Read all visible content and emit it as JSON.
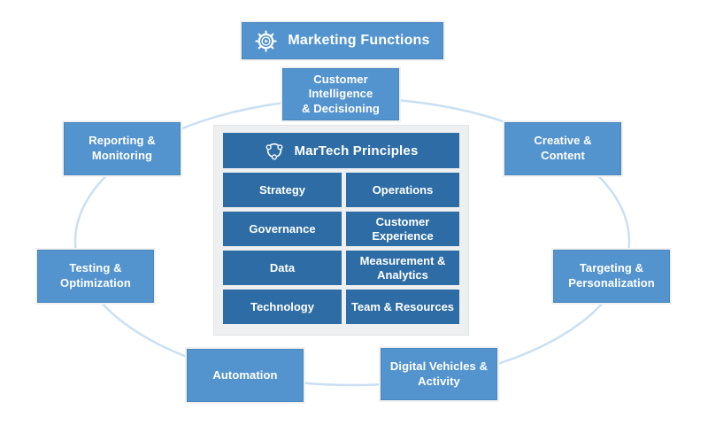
{
  "header": {
    "title": "Marketing Functions",
    "icon": "gear-play-icon"
  },
  "center": {
    "title": "MarTech Principles",
    "icon": "cycle-icon",
    "cells": [
      [
        "Strategy",
        "Operations"
      ],
      [
        "Governance",
        "Customer\nExperience"
      ],
      [
        "Data",
        "Measurement &\nAnalytics"
      ],
      [
        "Technology",
        "Team & Resources"
      ]
    ]
  },
  "functions": [
    {
      "id": "customer-intelligence-decisioning",
      "label": "Customer\nIntelligence\n& Decisioning"
    },
    {
      "id": "reporting-monitoring",
      "label": "Reporting &\nMonitoring"
    },
    {
      "id": "creative-content",
      "label": "Creative &\nContent"
    },
    {
      "id": "testing-optimization",
      "label": "Testing &\nOptimization"
    },
    {
      "id": "targeting-personalization",
      "label": "Targeting &\nPersonalization"
    },
    {
      "id": "automation",
      "label": "Automation"
    },
    {
      "id": "digital-vehicles-activity",
      "label": "Digital Vehicles &\nActivity"
    }
  ],
  "colors": {
    "accent_blue": "#5494ce",
    "dark_blue": "#2d6ca4",
    "panel_background": "#edeff0",
    "orbit_stroke": "#c9dff2",
    "text": "#ffffff"
  }
}
